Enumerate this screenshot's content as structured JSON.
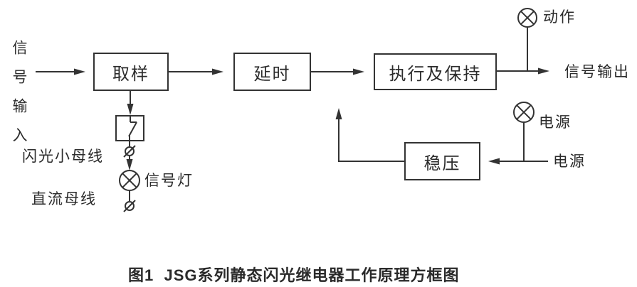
{
  "caption": "图1  JSG系列静态闪光继电器工作原理方框图",
  "input": {
    "vertical_label": "信号输入"
  },
  "blocks": {
    "sampling": "取样",
    "delay": "延时",
    "execute_hold": "执行及保持",
    "voltage_regulator": "稳压"
  },
  "lamps": {
    "action": "动作",
    "power": "电源",
    "signal": "信号灯"
  },
  "labels": {
    "signal_output": "信号输出",
    "power_source": "电源",
    "flash_bus": "闪光小母线",
    "dc_bus": "直流母线"
  },
  "colors": {
    "line": "#333333",
    "text": "#2b2b2b",
    "background": "#ffffff"
  }
}
